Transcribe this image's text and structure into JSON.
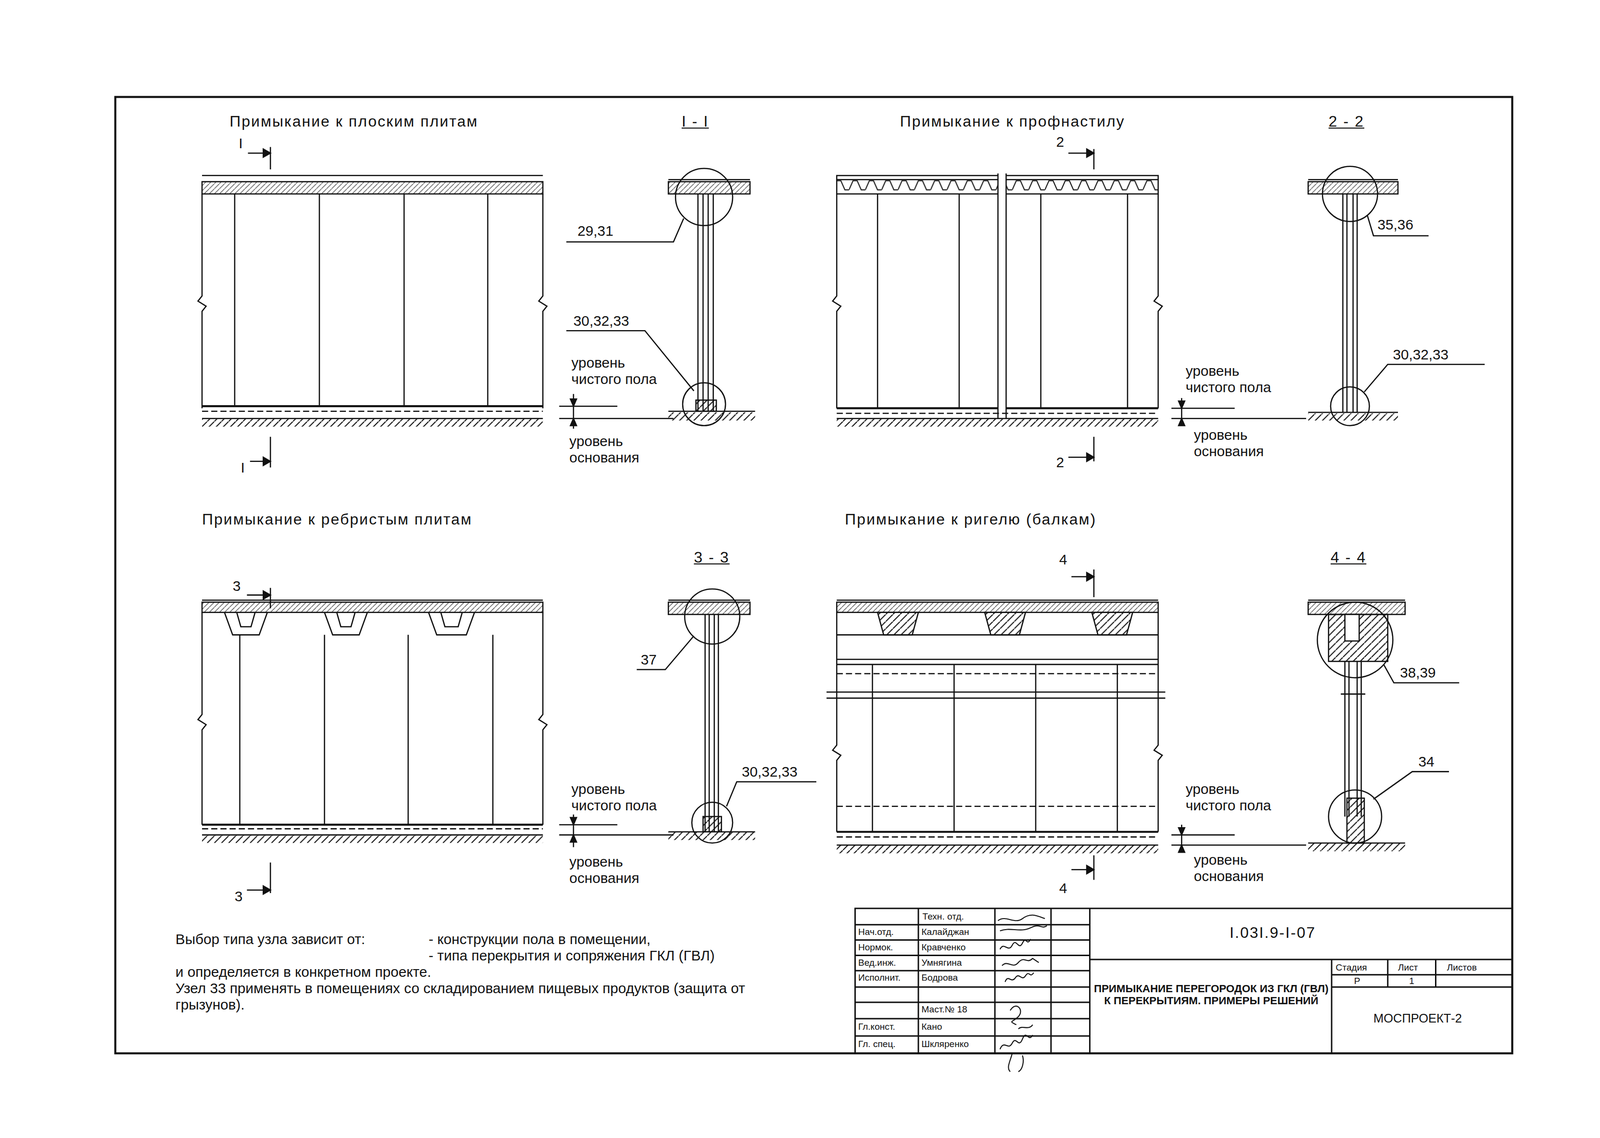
{
  "diagram": {
    "title": "ПРИМЫКАНИЕ ПЕРЕГОРОДОК ИЗ ГКЛ (ГВЛ) К ПЕРЕКРЫТИЯМ. ПРИМЕРЫ РЕШЕНИЙ",
    "labels": [
      "Примыкание к плоским плитам",
      "I - I",
      "Примыкание к профнастилу",
      "2 - 2",
      "I",
      "29,31",
      "30,32,33",
      "уровень чистого пола",
      "уровень основания",
      "I",
      "2",
      "35,36",
      "30,32,33",
      "уровень чистого пола",
      "уровень основания",
      "2",
      "Примыкание к ребристым плитам",
      "3 - 3",
      "Примыкание к ригелю (балкам)",
      "4 - 4",
      "3",
      "37",
      "30,32,33",
      "уровень чистого пола",
      "уровень основания",
      "3",
      "4",
      "38,39",
      "34",
      "уровень чистого пола",
      "уровень основания",
      "4",
      "Выбор типа узла зависит от:",
      "- конструкции пола в помещении,",
      "- типа перекрытия и сопряжения ГКЛ (ГВЛ)",
      "и определяется в конкретном проекте.",
      "Узел 33 применять в помещениях со складированием пищевых продуктов (защита от грызунов).",
      "Техн. отд.",
      "Нач.отд.",
      "Калайджан",
      "Нормок.",
      "Кравченко",
      "Вед.инж.",
      "Умнягина",
      "Исполнит.",
      "Бодрова",
      "Маст.№ 18",
      "Гл.конст.",
      "Кано",
      "Гл. спец.",
      "Шкляренко",
      "I.03I.9-I-07",
      "Стадия",
      "Лист",
      "Листов",
      "Р",
      "1",
      "МОСПРОЕКТ-2"
    ]
  }
}
